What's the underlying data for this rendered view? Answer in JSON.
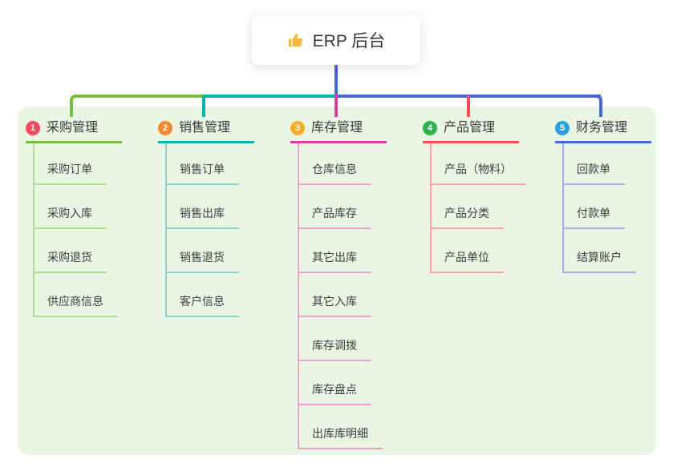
{
  "canvas": {
    "page_bg": "#ffffff",
    "panel_bg": "#e8f6e3"
  },
  "root": {
    "label": "ERP 后台",
    "icon": "thumbs-up",
    "icon_color": "#f5b840",
    "link_color": "#4a67d6"
  },
  "branches": [
    {
      "badge": "1",
      "title": "采购管理",
      "badge_color": "#f6495f",
      "line_color": "#7cbb3d",
      "sub_line_color": "#b6da92",
      "children": [
        "采购订单",
        "采购入库",
        "采购退货",
        "供应商信息"
      ]
    },
    {
      "badge": "2",
      "title": "销售管理",
      "badge_color": "#f8872f",
      "line_color": "#00b5ad",
      "sub_line_color": "#85d5ce",
      "children": [
        "销售订单",
        "销售出库",
        "销售退货",
        "客户信息"
      ]
    },
    {
      "badge": "3",
      "title": "库存管理",
      "badge_color": "#f9ae27",
      "line_color": "#db3f9b",
      "sub_line_color": "#eda2cb",
      "children": [
        "仓库信息",
        "产品库存",
        "其它出库",
        "其它入库",
        "库存调拨",
        "库存盘点",
        "出库库明细"
      ]
    },
    {
      "badge": "4",
      "title": "产品管理",
      "badge_color": "#2eb24c",
      "line_color": "#f64e56",
      "sub_line_color": "#f8a3a8",
      "children": [
        "产品（物料）",
        "产品分类",
        "产品单位"
      ]
    },
    {
      "badge": "5",
      "title": "财务管理",
      "badge_color": "#2ba0dc",
      "line_color": "#4a67d6",
      "sub_line_color": "#a5b3e2",
      "children": [
        "回款单",
        "付款单",
        "结算账户"
      ]
    }
  ]
}
